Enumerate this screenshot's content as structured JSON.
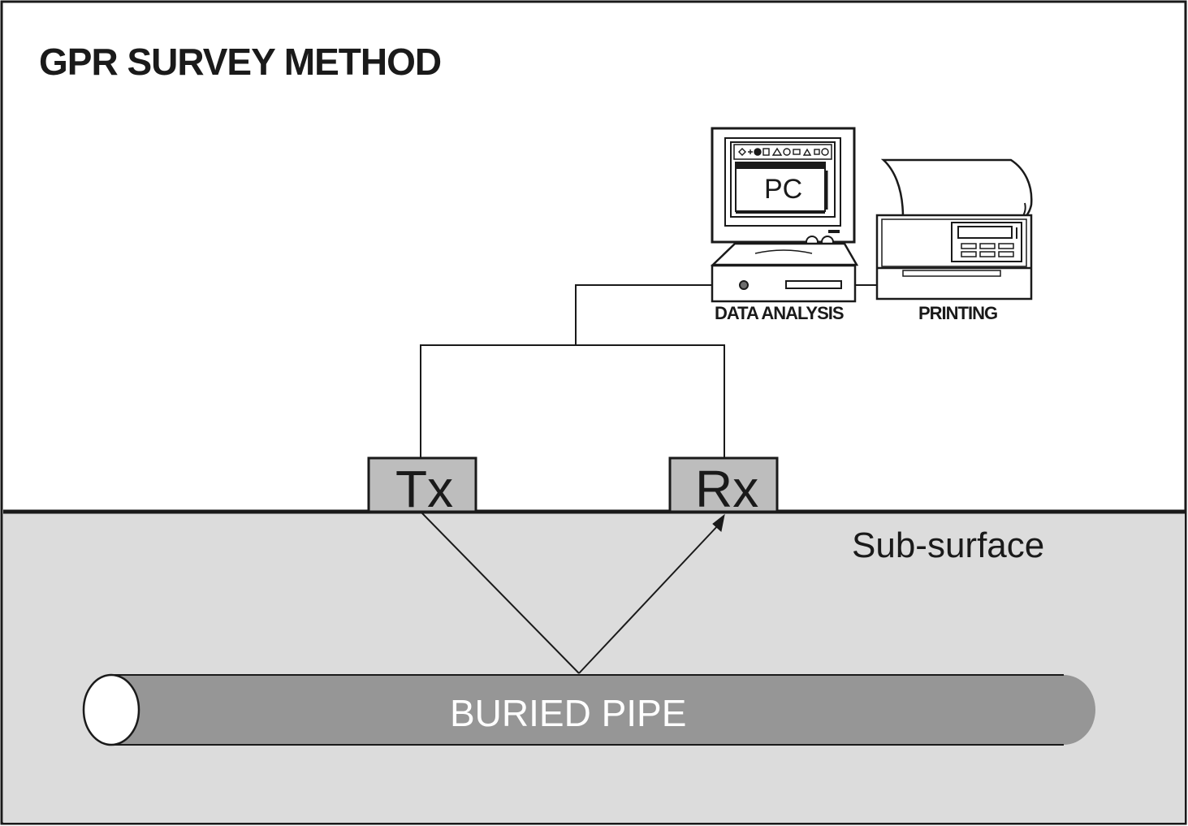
{
  "title": "GPR SURVEY METHOD",
  "labels": {
    "pc": "PC",
    "data_analysis": "DATA ANALYSIS",
    "printing": "PRINTING",
    "tx": "Tx",
    "rx": "Rx",
    "subsurface": "Sub-surface",
    "pipe": "BURIED PIPE"
  },
  "colors": {
    "background": "#ffffff",
    "subsurface": "#dcdcdc",
    "pipe": "#969696",
    "antenna": "#bdbdbd",
    "line": "#1a1a1a"
  }
}
